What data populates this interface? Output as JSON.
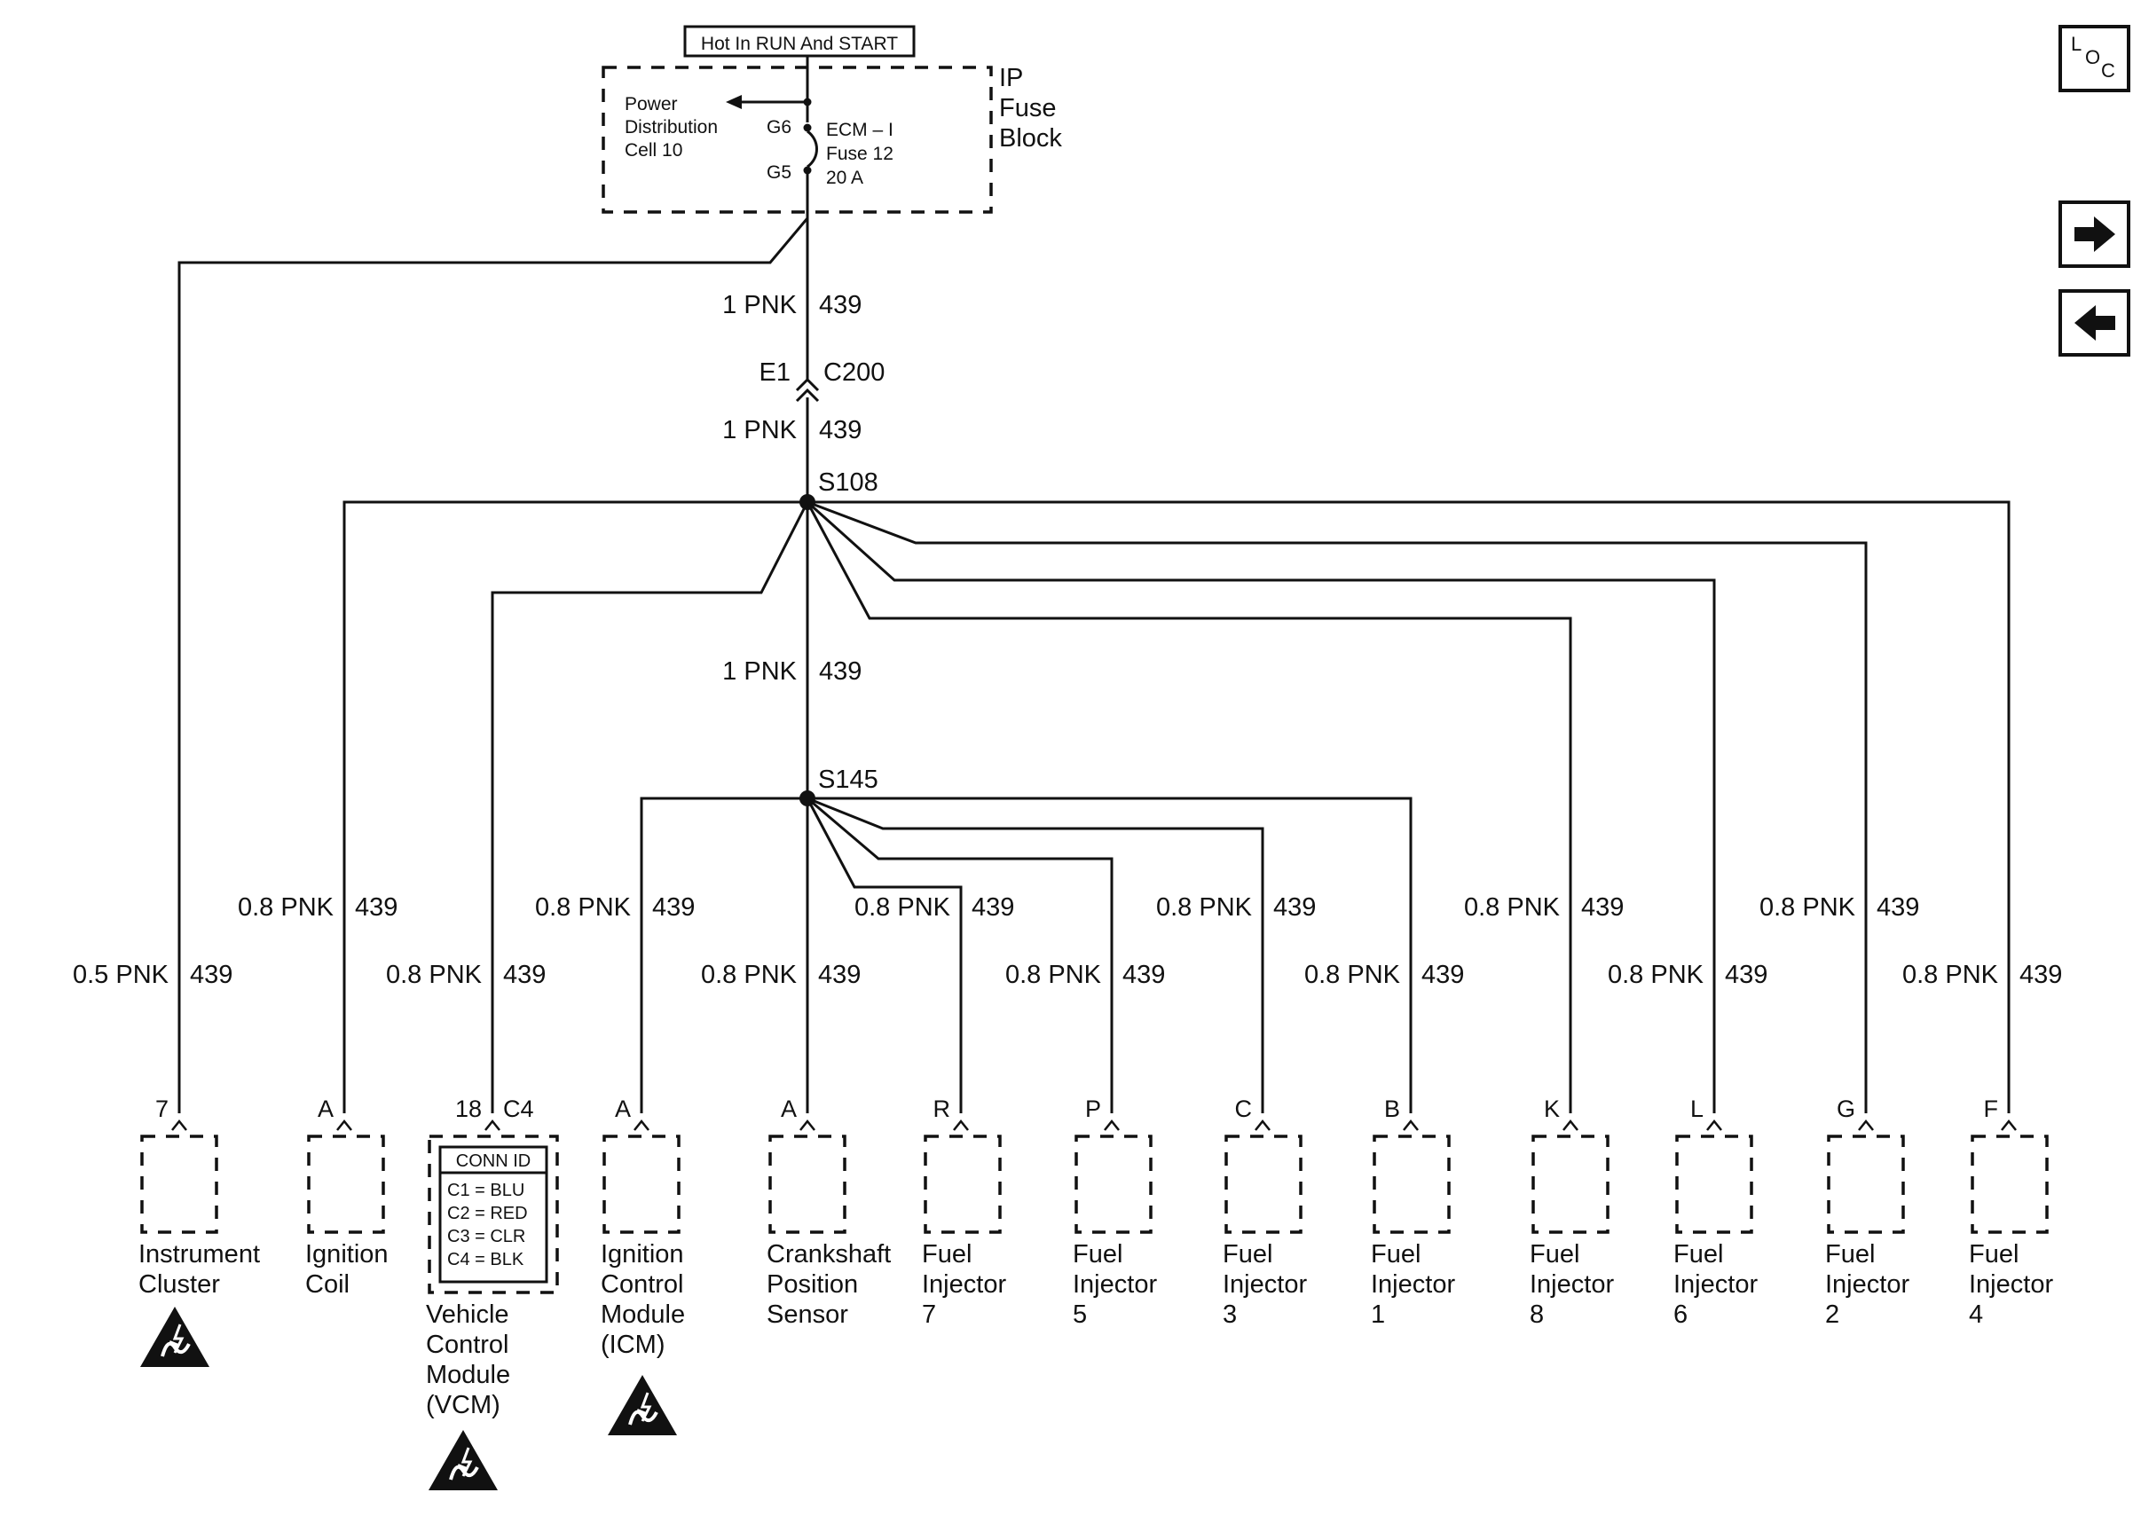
{
  "fuse_block": {
    "supply_label": "Hot In RUN And START",
    "name_lines": [
      "IP",
      "Fuse",
      "Block"
    ],
    "power_dist_lines": [
      "Power",
      "Distribution",
      "Cell 10"
    ],
    "pin_in": "G6",
    "pin_out": "G5",
    "fuse_lines": [
      "ECM – I",
      "Fuse 12",
      "20 A"
    ]
  },
  "nav": {
    "loc_icon": "loc-icon",
    "forward_icon": "arrow-right-icon",
    "back_icon": "arrow-left-icon"
  },
  "trunk": {
    "upper_wire": {
      "gauge": "1 PNK",
      "circuit": "439"
    },
    "connector": {
      "pin": "E1",
      "name": "C200"
    },
    "mid_wire": {
      "gauge": "1 PNK",
      "circuit": "439"
    },
    "splice_top": "S108",
    "lower_wire": {
      "gauge": "1 PNK",
      "circuit": "439"
    },
    "splice_bottom": "S145"
  },
  "components": [
    {
      "id": "instrument-cluster",
      "pin": "7",
      "gauge": "0.5 PNK",
      "circuit": "439",
      "name_lines": [
        "Instrument",
        "Cluster"
      ],
      "esd": true
    },
    {
      "id": "ignition-coil",
      "pin": "A",
      "gauge": "0.8 PNK",
      "circuit": "439",
      "name_lines": [
        "Ignition",
        "Coil"
      ],
      "esd": false
    },
    {
      "id": "vcm",
      "pin": "18",
      "connector": "C4",
      "gauge": "0.8 PNK",
      "circuit": "439",
      "name_lines": [
        "Vehicle",
        "Control",
        "Module",
        "(VCM)"
      ],
      "esd": true,
      "conn_id": {
        "title": "CONN ID",
        "rows": [
          "C1 = BLU",
          "C2 = RED",
          "C3 = CLR",
          "C4 = BLK"
        ]
      }
    },
    {
      "id": "icm",
      "pin": "A",
      "gauge": "0.8 PNK",
      "circuit": "439",
      "name_lines": [
        "Ignition",
        "Control",
        "Module",
        "(ICM)"
      ],
      "esd": true
    },
    {
      "id": "crankshaft-position-sensor",
      "pin": "A",
      "gauge": "0.8 PNK",
      "circuit": "439",
      "name_lines": [
        "Crankshaft",
        "Position",
        "Sensor"
      ],
      "esd": false
    },
    {
      "id": "fuel-injector-7",
      "pin": "R",
      "gauge": "0.8 PNK",
      "circuit": "439",
      "name_lines": [
        "Fuel",
        "Injector",
        "7"
      ],
      "esd": false
    },
    {
      "id": "fuel-injector-5",
      "pin": "P",
      "gauge": "0.8 PNK",
      "circuit": "439",
      "name_lines": [
        "Fuel",
        "Injector",
        "5"
      ],
      "esd": false
    },
    {
      "id": "fuel-injector-3",
      "pin": "C",
      "gauge": "0.8 PNK",
      "circuit": "439",
      "name_lines": [
        "Fuel",
        "Injector",
        "3"
      ],
      "esd": false
    },
    {
      "id": "fuel-injector-1",
      "pin": "B",
      "gauge": "0.8 PNK",
      "circuit": "439",
      "name_lines": [
        "Fuel",
        "Injector",
        "1"
      ],
      "esd": false
    },
    {
      "id": "fuel-injector-8",
      "pin": "K",
      "gauge": "0.8 PNK",
      "circuit": "439",
      "name_lines": [
        "Fuel",
        "Injector",
        "8"
      ],
      "esd": false
    },
    {
      "id": "fuel-injector-6",
      "pin": "L",
      "gauge": "0.8 PNK",
      "circuit": "439",
      "name_lines": [
        "Fuel",
        "Injector",
        "6"
      ],
      "esd": false
    },
    {
      "id": "fuel-injector-2",
      "pin": "G",
      "gauge": "0.8 PNK",
      "circuit": "439",
      "name_lines": [
        "Fuel",
        "Injector",
        "2"
      ],
      "esd": false
    },
    {
      "id": "fuel-injector-4",
      "pin": "F",
      "gauge": "0.8 PNK",
      "circuit": "439",
      "name_lines": [
        "Fuel",
        "Injector",
        "4"
      ],
      "esd": false
    }
  ]
}
